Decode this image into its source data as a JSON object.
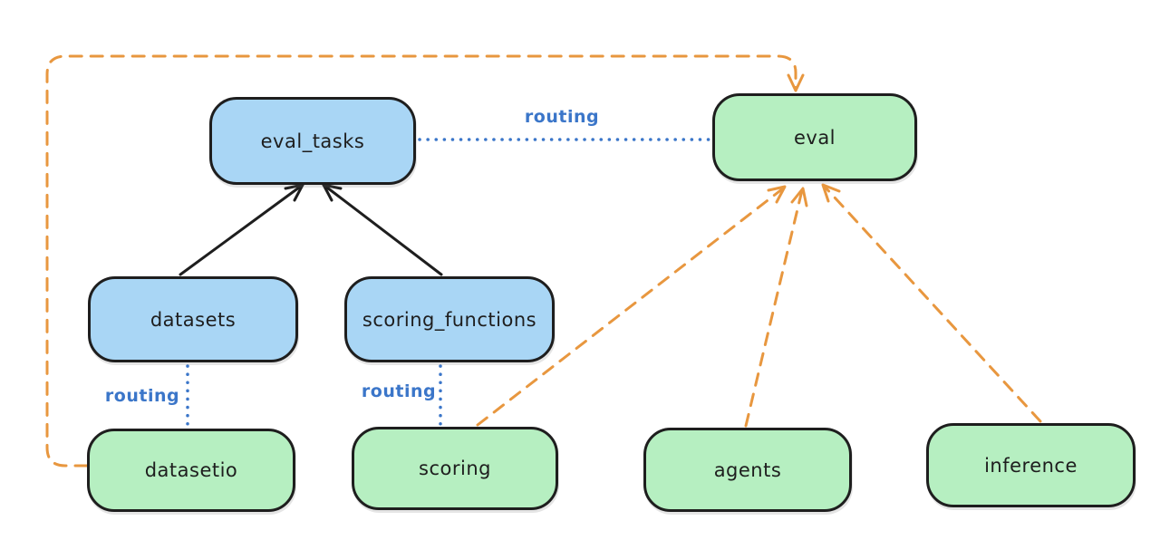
{
  "diagram": {
    "background": "#ffffff",
    "nodes": {
      "eval_tasks": {
        "label": "eval_tasks",
        "kind": "resource",
        "fill": "#a9d6f5"
      },
      "eval": {
        "label": "eval",
        "kind": "api",
        "fill": "#b6efc1"
      },
      "datasets": {
        "label": "datasets",
        "kind": "resource",
        "fill": "#a9d6f5"
      },
      "scoring_functions": {
        "label": "scoring_functions",
        "kind": "resource",
        "fill": "#a9d6f5"
      },
      "datasetio": {
        "label": "datasetio",
        "kind": "api",
        "fill": "#b6efc1"
      },
      "scoring": {
        "label": "scoring",
        "kind": "api",
        "fill": "#b6efc1"
      },
      "agents": {
        "label": "agents",
        "kind": "api",
        "fill": "#b6efc1"
      },
      "inference": {
        "label": "inference",
        "kind": "api",
        "fill": "#b6efc1"
      }
    },
    "edges": [
      {
        "from": "datasets",
        "to": "eval_tasks",
        "style": "solid-arrow",
        "color": "#1e1e1e",
        "label": ""
      },
      {
        "from": "scoring_functions",
        "to": "eval_tasks",
        "style": "solid-arrow",
        "color": "#1e1e1e",
        "label": ""
      },
      {
        "from": "eval_tasks",
        "to": "eval",
        "style": "dotted",
        "color": "#3b76c9",
        "label": "routing"
      },
      {
        "from": "datasets",
        "to": "datasetio",
        "style": "dotted",
        "color": "#3b76c9",
        "label": "routing"
      },
      {
        "from": "scoring_functions",
        "to": "scoring",
        "style": "dotted",
        "color": "#3b76c9",
        "label": "routing"
      },
      {
        "from": "datasetio",
        "to": "eval",
        "style": "dashed-arrow",
        "color": "#e8973f",
        "label": ""
      },
      {
        "from": "scoring",
        "to": "eval",
        "style": "dashed-arrow",
        "color": "#e8973f",
        "label": ""
      },
      {
        "from": "agents",
        "to": "eval",
        "style": "dashed-arrow",
        "color": "#e8973f",
        "label": ""
      },
      {
        "from": "inference",
        "to": "eval",
        "style": "dashed-arrow",
        "color": "#e8973f",
        "label": ""
      }
    ],
    "colors": {
      "node_stroke": "#1e1e1e",
      "blue_fill": "#a9d6f5",
      "green_fill": "#b6efc1",
      "routing_blue": "#3b76c9",
      "orange": "#e8973f",
      "text": "#1e1e1e"
    }
  }
}
